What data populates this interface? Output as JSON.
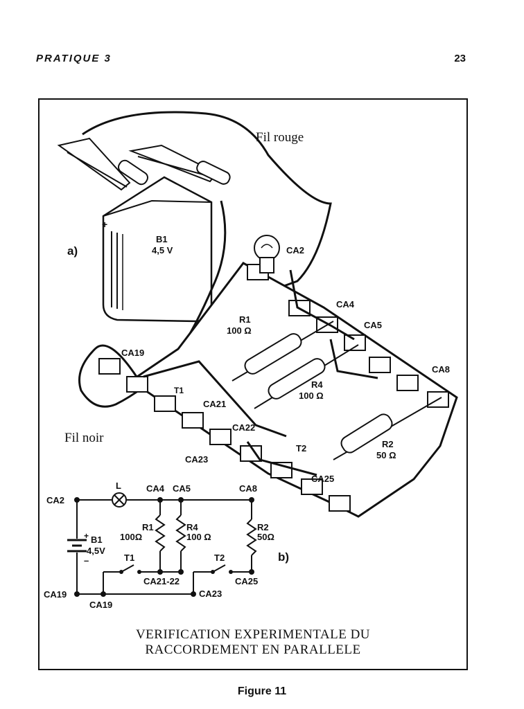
{
  "page": {
    "running_head": "PRATIQUE 3",
    "page_number": "23",
    "figure_label": "Figure 11"
  },
  "figure": {
    "caption_line1": "VERIFICATION EXPERIMENTALE DU",
    "caption_line2": "RACCORDEMENT EN PARALLELE",
    "panel_a": {
      "label": "a)",
      "wire_red": "Fil rouge",
      "wire_black": "Fil noir",
      "battery_name": "B1",
      "battery_voltage": "4,5 V",
      "battery_plus": "+",
      "lamp_terminal": "CA2",
      "terminal_ca4": "CA4",
      "terminal_ca5": "CA5",
      "terminal_ca8": "CA8",
      "terminal_ca19": "CA19",
      "terminal_ca21": "CA21",
      "terminal_ca22": "CA22",
      "terminal_ca23": "CA23",
      "terminal_ca25": "CA25",
      "switch_t1": "T1",
      "switch_t2": "T2",
      "r1_name": "R1",
      "r1_value": "100 Ω",
      "r4_name": "R4",
      "r4_value": "100 Ω",
      "r2_name": "R2",
      "r2_value": "50 Ω"
    },
    "panel_b": {
      "label": "b)",
      "ca2": "CA2",
      "lamp": "L",
      "ca4": "CA4",
      "ca5": "CA5",
      "ca8": "CA8",
      "b1_name": "B1",
      "b1_voltage": "4,5V",
      "b1_plus": "+",
      "b1_minus": "–",
      "r1_name": "R1",
      "r1_value": "100Ω",
      "r4_name": "R4",
      "r4_value": "100 Ω",
      "r2_name": "R2",
      "r2_value": "50Ω",
      "t1": "T1",
      "t2": "T2",
      "ca19_left": "CA19",
      "ca19_bottom": "CA19",
      "ca21_22": "CA21-22",
      "ca23": "CA23",
      "ca25": "CA25"
    }
  }
}
